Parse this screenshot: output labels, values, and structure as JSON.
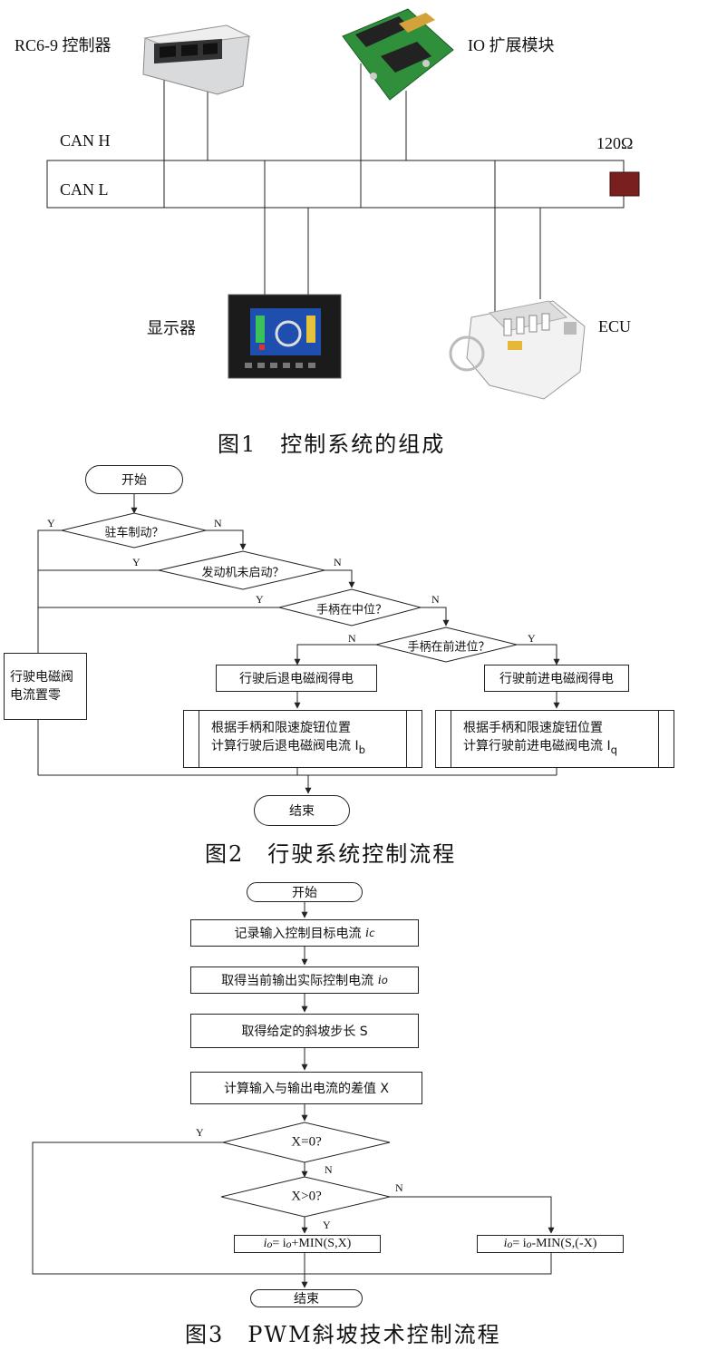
{
  "fig1": {
    "controller_label": "RC6-9 控制器",
    "io_label": "IO 扩展模块",
    "can_h": "CAN H",
    "can_l": "CAN L",
    "resistor": "120Ω",
    "display_label": "显示器",
    "ecu_label": "ECU",
    "caption": "图1　控制系统的组成"
  },
  "fig2": {
    "start": "开始",
    "d1": "驻车制动？",
    "d2": "发动机未启动？",
    "d3": "手柄在中位？",
    "d4": "手柄在前进位？",
    "zero_box_l1": "行驶电磁阀",
    "zero_box_l2": "电流置零",
    "rev_box": "行驶后退电磁阀得电",
    "fwd_box": "行驶前进电磁阀得电",
    "rev_calc_l1": "根据手柄和限速旋钮位置",
    "rev_calc_l2": "计算行驶后退电磁阀电流 I",
    "rev_sub": "b",
    "fwd_calc_l1": "根据手柄和限速旋钮位置",
    "fwd_calc_l2": "计算行驶前进电磁阀电流 I",
    "fwd_sub": "q",
    "end": "结束",
    "y": "Y",
    "n": "N",
    "caption": "图2　行驶系统控制流程"
  },
  "fig3": {
    "start": "开始",
    "s1": "记录输入控制目标电流",
    "s1_var": "i",
    "s1_sub": "c",
    "s2": "取得当前输出实际控制电流",
    "s2_var": "i",
    "s2_sub": "o",
    "s3": "取得给定的斜坡步长 S",
    "s4": "计算输入与输出电流的差值 X",
    "d1": "X=0?",
    "d2": "X>0?",
    "left_formula": "= i",
    "left_tail": "+MIN(S,X)",
    "right_formula": "= i",
    "right_tail": "-MIN(S,(-X)",
    "io": "i",
    "o_sub": "o",
    "end": "结束",
    "y": "Y",
    "n": "N",
    "caption": "图3　PWM斜坡技术控制流程"
  },
  "colors": {
    "resistor": "#7a1f1f",
    "pcb": "#2f8f3a",
    "screen": "#1b1b1b",
    "metal": "#c8c8c8"
  }
}
